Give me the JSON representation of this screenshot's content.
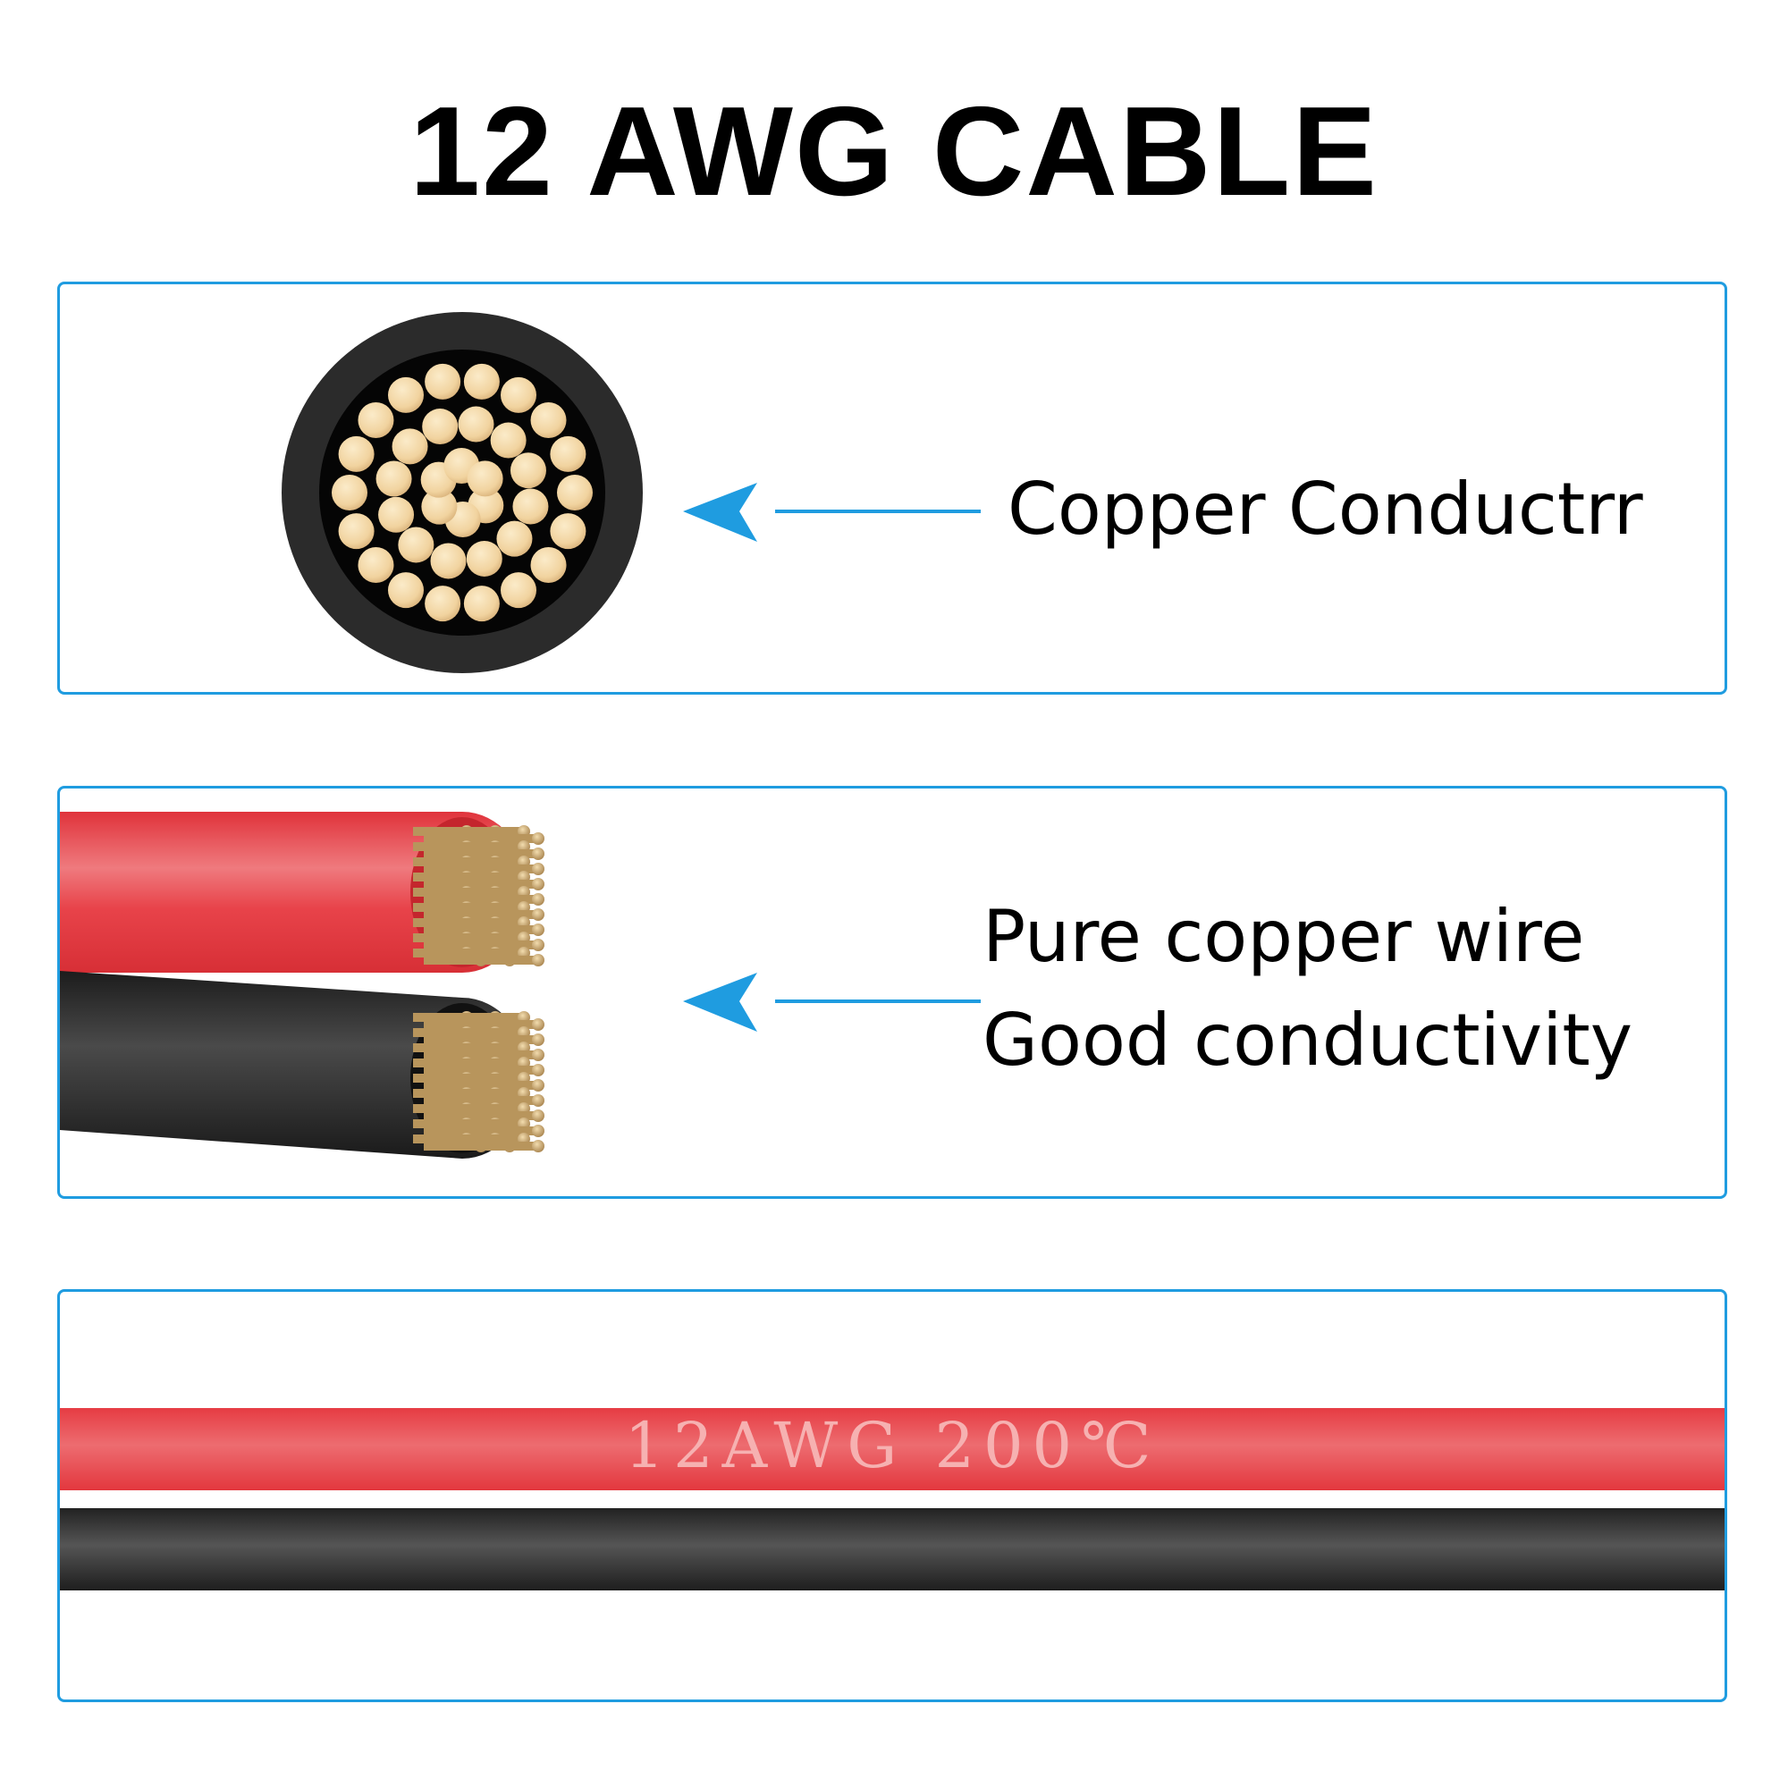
{
  "title": "12 AWG CABLE",
  "panels": {
    "conductor": {
      "label": "Copper Conductrr"
    },
    "wire": {
      "label_line1": "Pure copper wire",
      "label_line2": "Good conductivity"
    },
    "print": {
      "text": "12AWG 200℃"
    }
  },
  "colors": {
    "panel_border": "#1f9ce0",
    "arrow": "#1f9ce0",
    "red_insulation": "#e8434a",
    "black_insulation": "#2e2e2e",
    "copper": "#f3d8a8"
  },
  "icons": [
    "cable-cross-section-icon",
    "arrow-left-icon",
    "cable-ends-icon",
    "cable-side-view-icon"
  ]
}
